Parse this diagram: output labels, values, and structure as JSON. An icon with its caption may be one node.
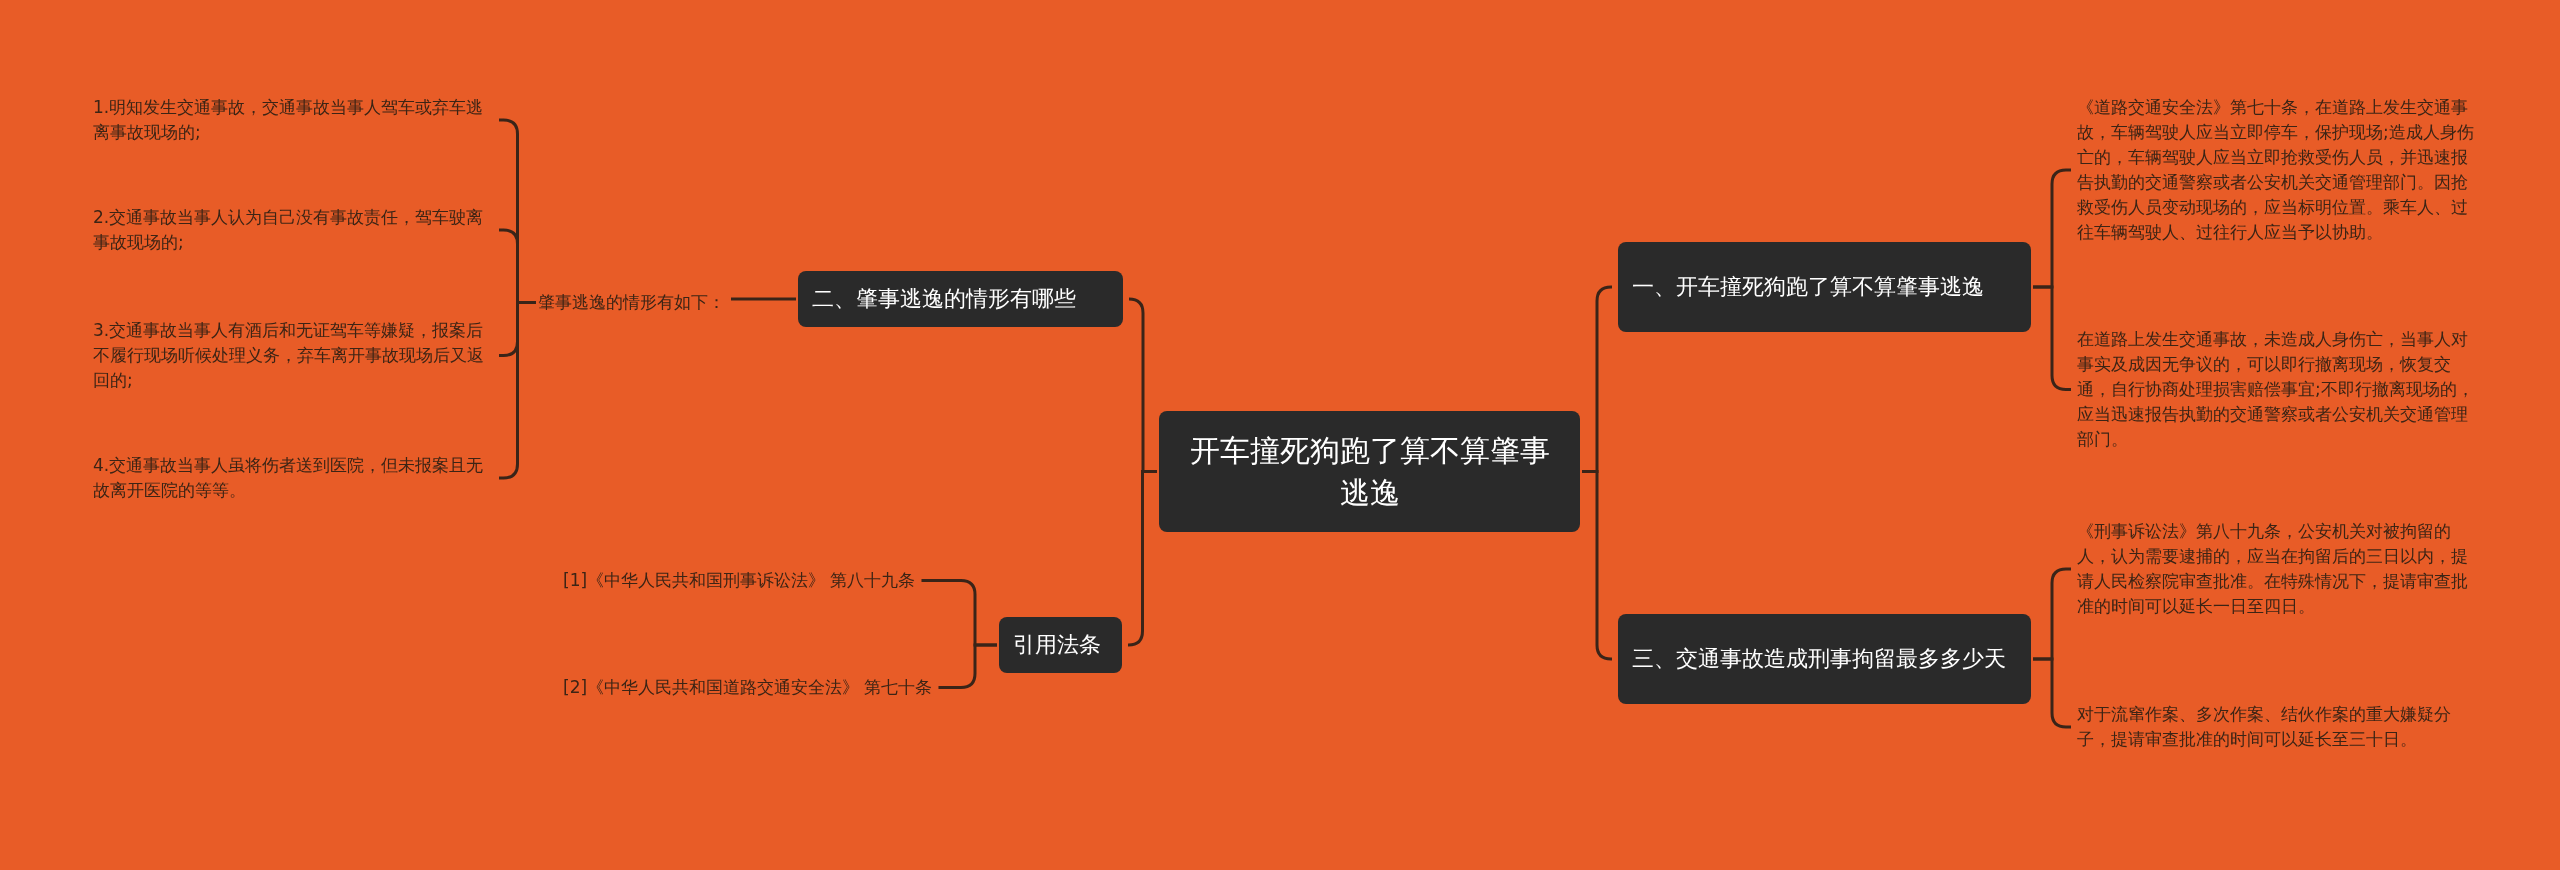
{
  "diagram": {
    "nodes": [
      {
        "text": [
          "开车撞死狗跑了算不算肇事逃逸"
        ]
      },
      {
        "text": [
          "一、开车撞死狗跑了算不算肇事逃逸"
        ]
      },
      {
        "text": [
          "《道路交通安全法》第七十条，在道路上发生交通事故，车辆驾驶人应当立即停车，保护现场;造成人身伤亡的，车辆驾驶人应当立即抢救受伤人员，并迅速报告执勤的交通警察或者公安机关交通管理部门。因抢救受伤人员变动现场的，应当标明位置。乘车人、过往车辆驾驶人、过往行人应当予以协助。"
        ]
      },
      {
        "text": [
          "在道路上发生交通事故，未造成人身伤亡，当事人对事实及成因无争议的，可以即行撤离现场，恢复交通，自行协商处理损害赔偿事宜;不即行撤离现场的，应当迅速报告执勤的交通警察或者公安机关交通管理部门。"
        ]
      },
      {
        "text": [
          "三、交通事故造成刑事拘留最多多少天"
        ]
      },
      {
        "text": [
          "《刑事诉讼法》第八十九条，公安机关对被拘留的人，认为需要逮捕的，应当在拘留后的三日以内，提请人民检察院审查批准。在特殊情况下，提请审查批准的时间可以延长一日至四日。"
        ]
      },
      {
        "text": [
          "对于流窜作案、多次作案、结伙作案的重大嫌疑分子，提请审查批准的时间可以延长至三十日。"
        ]
      },
      {
        "text": [
          "二、肇事逃逸的情形有哪些"
        ]
      },
      {
        "text": [
          "肇事逃逸的情形有如下："
        ]
      },
      {
        "text": [
          "1.明知发生交通事故，交通事故当事人驾车或弃车逃离事故现场的;"
        ]
      },
      {
        "text": [
          "2.交通事故当事人认为自己没有事故责任，驾车驶离事故现场的;"
        ]
      },
      {
        "text": [
          "3.交通事故当事人有酒后和无证驾车等嫌疑，报案后不履行现场听候处理义务，弃车离开事故现场后又返回的;"
        ]
      },
      {
        "text": [
          "4.交通事故当事人虽将伤者送到医院，但未报案且无故离开医院的等等。"
        ]
      },
      {
        "text": [
          "引用法条"
        ]
      },
      {
        "text": [
          "[1]《中华人民共和国刑事诉讼法》 第八十九条"
        ]
      },
      {
        "text": [
          "[2]《中华人民共和国道路交通安全法》 第七十条"
        ]
      }
    ],
    "edges": [
      {
        "from": 0,
        "to": 1,
        "arrow": "none"
      },
      {
        "from": 1,
        "to": 2,
        "arrow": "none"
      },
      {
        "from": 1,
        "to": 3,
        "arrow": "none"
      },
      {
        "from": 0,
        "to": 4,
        "arrow": "none"
      },
      {
        "from": 4,
        "to": 5,
        "arrow": "none"
      },
      {
        "from": 4,
        "to": 6,
        "arrow": "none"
      },
      {
        "from": 0,
        "to": 7,
        "arrow": "none"
      },
      {
        "from": 7,
        "to": 8,
        "arrow": "none"
      },
      {
        "from": 8,
        "to": 9,
        "arrow": "none"
      },
      {
        "from": 8,
        "to": 10,
        "arrow": "none"
      },
      {
        "from": 8,
        "to": 11,
        "arrow": "none"
      },
      {
        "from": 8,
        "to": 12,
        "arrow": "none"
      },
      {
        "from": 0,
        "to": 13,
        "arrow": "none"
      },
      {
        "from": 13,
        "to": 14,
        "arrow": "none"
      },
      {
        "from": 13,
        "to": 15,
        "arrow": "none"
      }
    ]
  }
}
